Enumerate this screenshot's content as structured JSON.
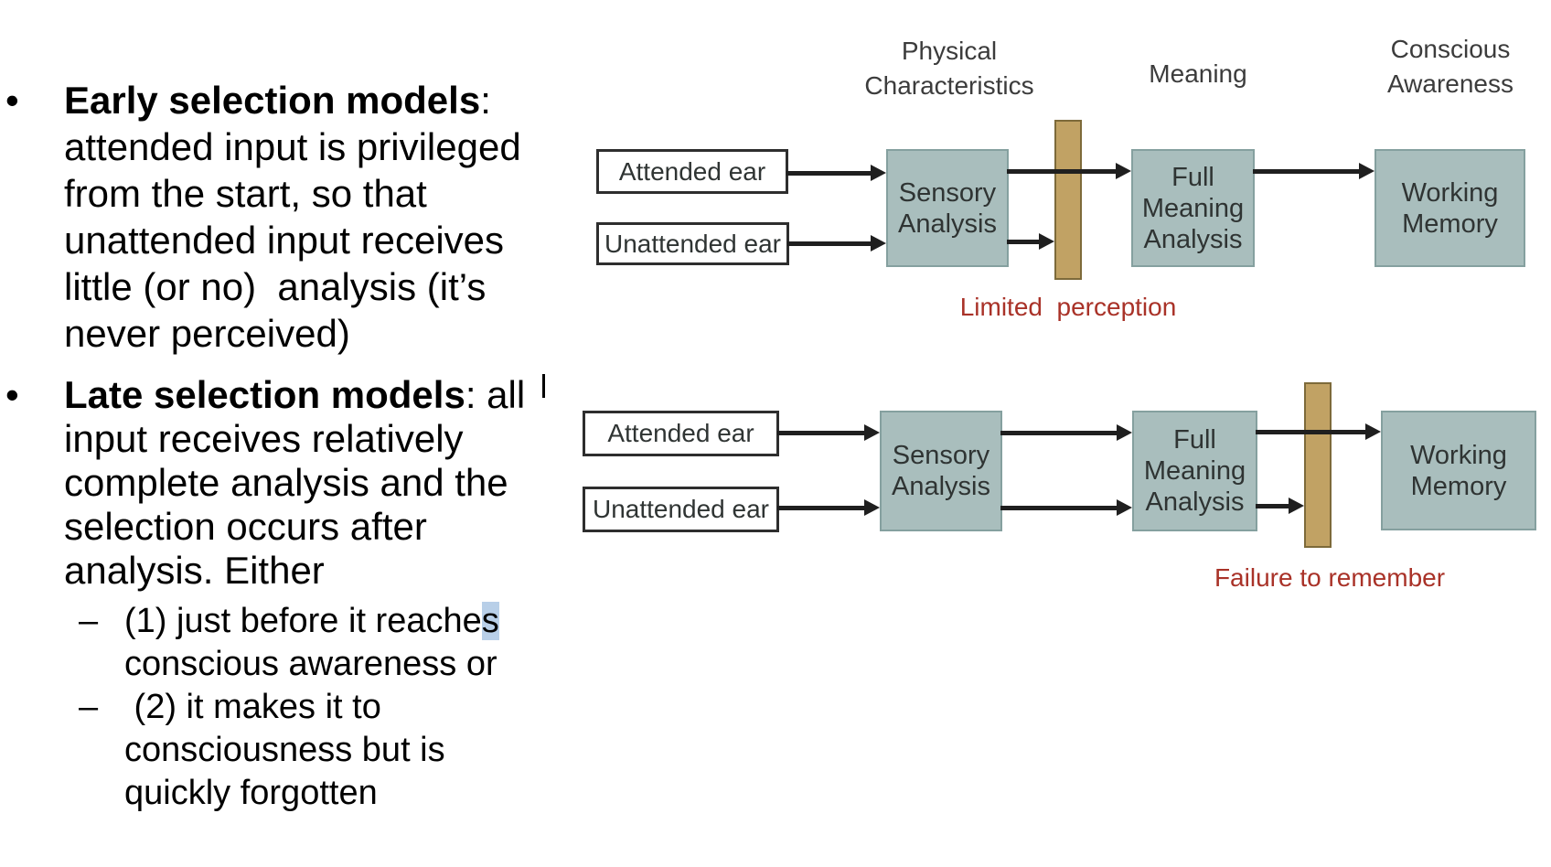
{
  "left": {
    "bullet1": {
      "marker": "•",
      "lead": "Early selection models",
      "lead_suffix": ":",
      "lines": [
        "attended input is privileged",
        "from the start, so that",
        "unattended input receives",
        "little (or no)  analysis (it’s",
        "never perceived)"
      ]
    },
    "bullet2": {
      "marker": "•",
      "lead": "Late selection models",
      "lead_suffix": ": all",
      "lines": [
        "input receives relatively",
        "complete analysis and the",
        "selection occurs after",
        "analysis. Either"
      ]
    },
    "sub1": {
      "marker": "–",
      "line1_pre": "(1) just before it reache",
      "line1_highlight": "s",
      "line2": "conscious awareness or"
    },
    "sub2": {
      "marker": "–",
      "lines": [
        " (2) it makes it to",
        "consciousness but is",
        "quickly forgotten"
      ]
    }
  },
  "diagram_top": {
    "headers": {
      "physical": "Physical\nCharacteristics",
      "meaning": "Meaning",
      "conscious": "Conscious\nAwareness"
    },
    "attended_ear": "Attended ear",
    "unattended_ear": "Unattended ear",
    "sensory": "Sensory\nAnalysis",
    "full_meaning": "Full\nMeaning\nAnalysis",
    "working_memory": "Working\nMemory",
    "caption": "Limited  perception"
  },
  "diagram_bottom": {
    "attended_ear": "Attended ear",
    "unattended_ear": "Unattended ear",
    "sensory": "Sensory\nAnalysis",
    "full_meaning": "Full\nMeaning\nAnalysis",
    "working_memory": "Working\nMemory",
    "caption": "Failure to remember"
  },
  "colors": {
    "box_fill": "#a9bebd",
    "box_border": "#85a09f",
    "bar_fill": "#c1a264",
    "bar_border": "#7d6a3a",
    "caption_red": "#a93228",
    "arrow": "#1f1f1f",
    "text_dark": "#2f3433",
    "header_gray": "#3c3c3c",
    "highlight_blue": "#b8cfe8"
  }
}
